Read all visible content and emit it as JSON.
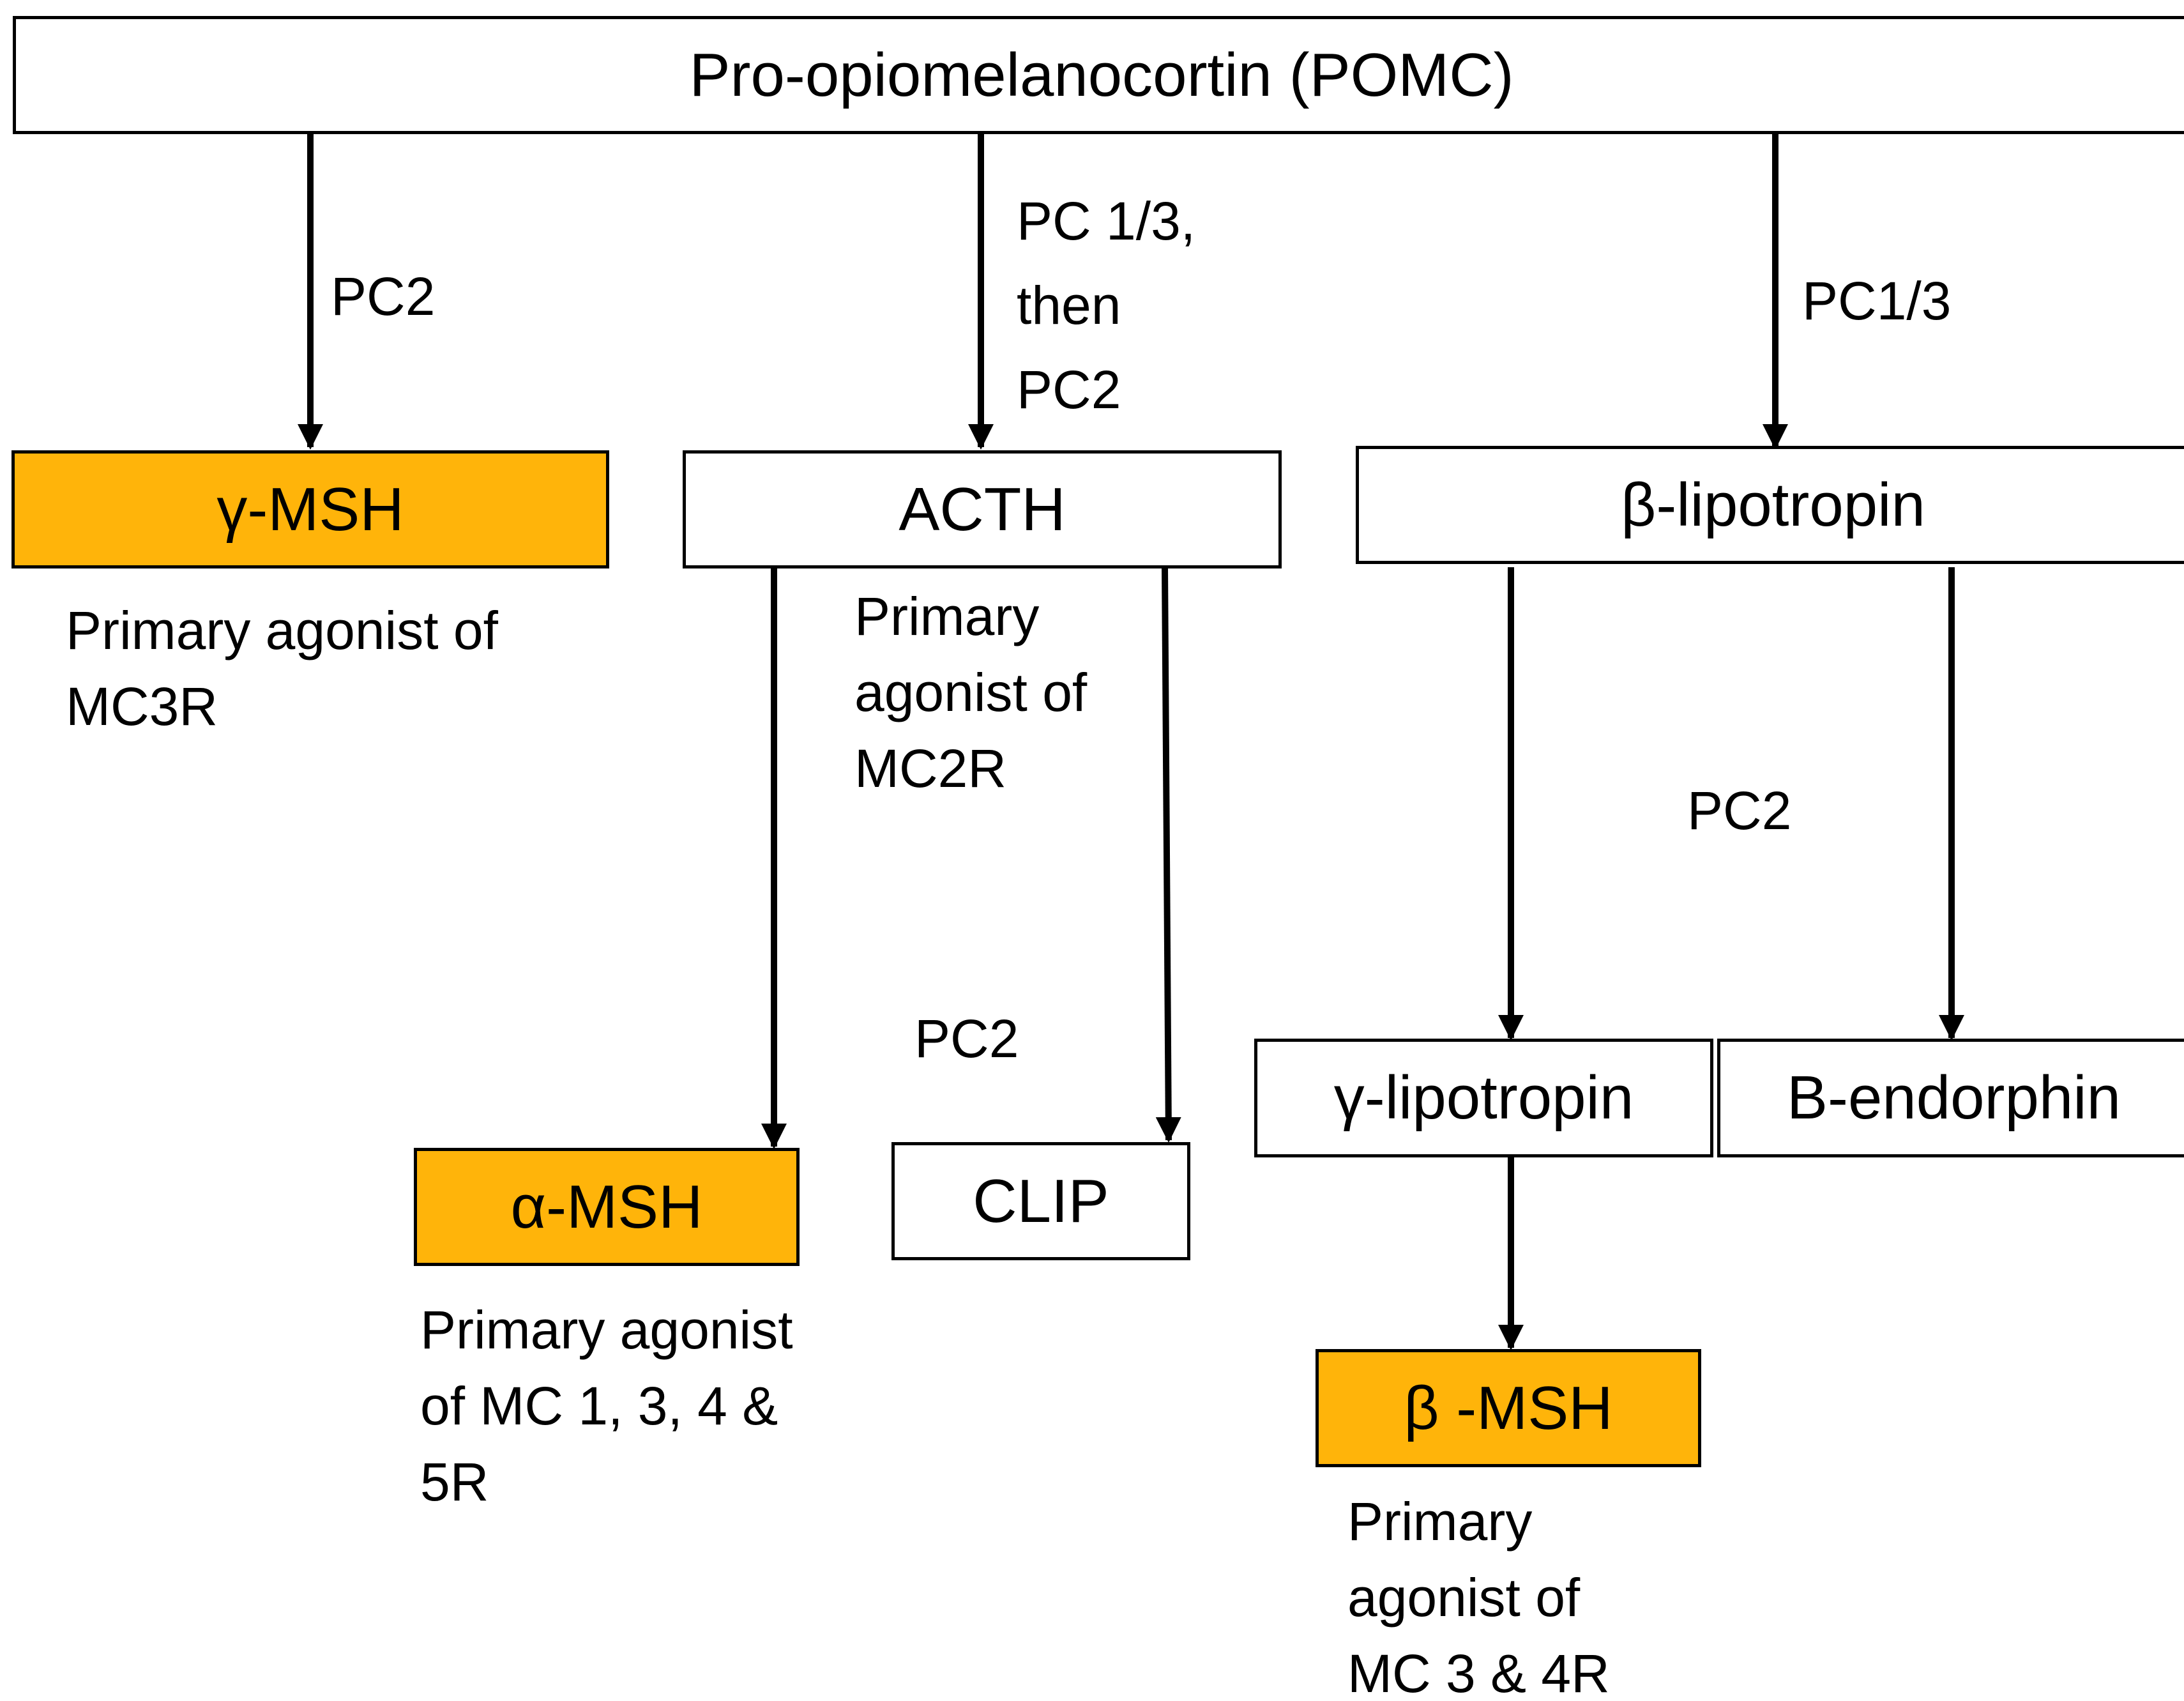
{
  "colors": {
    "highlight": "#ffb40a",
    "line": "#000000"
  },
  "nodes": {
    "pomc": "Pro-opiomelanocortin (POMC)",
    "gamma_msh": "γ-MSH",
    "acth": "ACTH",
    "beta_lipotropin": "β-lipotropin",
    "alpha_msh": "α-MSH",
    "clip": "CLIP",
    "gamma_lipotropin": "γ-lipotropin",
    "b_endorphin": "B-endorphin",
    "beta_msh": "β -MSH"
  },
  "enzymes": {
    "pc2_gamma": "PC2",
    "pc13_then_pc2": "PC 1/3,\nthen\nPC2",
    "pc13_beta": "PC1/3",
    "pc2_acth": "PC2",
    "pc2_lipotropin": "PC2"
  },
  "descriptions": {
    "gamma_msh": "Primary agonist of\nMC3R",
    "acth": "Primary\nagonist of\nMC2R",
    "alpha_msh": "Primary agonist\nof MC 1, 3, 4 &\n5R",
    "beta_msh": "Primary\nagonist of\nMC 3 & 4R"
  }
}
